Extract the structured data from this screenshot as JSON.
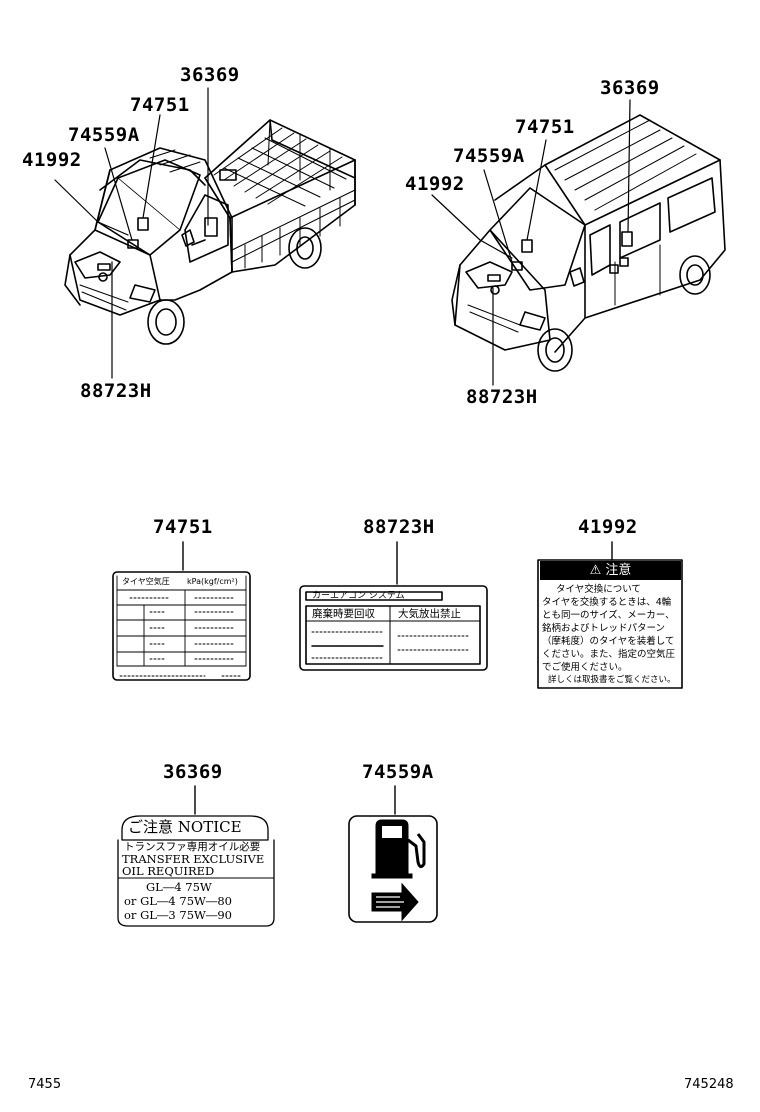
{
  "callouts": {
    "truck": {
      "p36369": "36369",
      "p74751": "74751",
      "p74559a": "74559A",
      "p41992": "41992",
      "p88723h": "88723H"
    },
    "van": {
      "p36369": "36369",
      "p74751": "74751",
      "p74559a": "74559A",
      "p41992": "41992",
      "p88723h": "88723H"
    }
  },
  "labels": {
    "l74751": {
      "part_no": "74751",
      "head_left": "タイヤ空気圧",
      "head_right": "kPa(kgf/cm²)"
    },
    "l88723h": {
      "part_no": "88723H",
      "tab": "カーエアコン システム",
      "col_left": "廃棄時要回収",
      "col_right": "大気放出禁止"
    },
    "l41992": {
      "part_no": "41992",
      "header": "⚠ 注意",
      "lines": [
        "タイヤ交換について",
        "タイヤを交換するときは、4輪",
        "とも同一のサイズ、メーカー、",
        "銘柄およびトレッドパターン",
        "（摩耗度）のタイヤを装着して",
        "ください。また、指定の空気圧",
        "でご使用ください。",
        "詳しくは取扱書をご覧ください。"
      ]
    },
    "l36369": {
      "part_no": "36369",
      "title": "ご注意 NOTICE",
      "lines": [
        "トランスファ専用オイル必要",
        "TRANSFER  EXCLUSIVE",
        "OIL  REQUIRED",
        "GL―4  75W",
        "or  GL―4  75W―80",
        "or  GL―3  75W―90"
      ]
    },
    "l74559a": {
      "part_no": "74559A",
      "icon": "fuel-pump-icon"
    }
  },
  "footer": {
    "left": "7455",
    "right": "745248"
  }
}
